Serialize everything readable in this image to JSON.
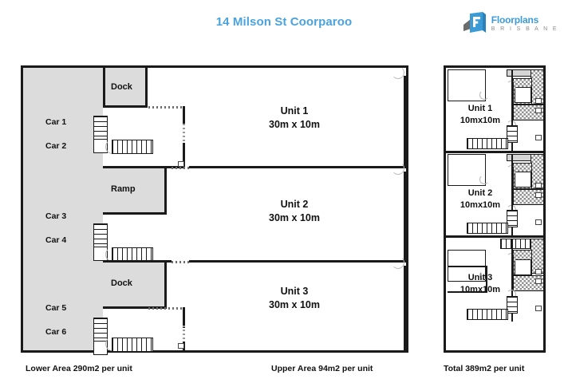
{
  "header": {
    "title": "14 Milson St Coorparoo",
    "logo": {
      "name_primary": "Floorplans",
      "name_secondary": "B R I S B A N E",
      "icon": "floorplan-f-logo-icon",
      "color_primary": "#3b9bd6",
      "color_secondary": "#8c8c8c"
    },
    "title_color": "#4ba3dd"
  },
  "lower_plan": {
    "name": "lower-floor-plan",
    "carparks": [
      {
        "label": "Car 1"
      },
      {
        "label": "Car 2"
      },
      {
        "label": "Car 3"
      },
      {
        "label": "Car 4"
      },
      {
        "label": "Car 5"
      },
      {
        "label": "Car 6"
      }
    ],
    "service_areas": [
      {
        "label": "Dock"
      },
      {
        "label": "Ramp"
      },
      {
        "label": "Dock"
      }
    ],
    "units": [
      {
        "name": "Unit 1",
        "dimensions": "30m x 10m"
      },
      {
        "name": "Unit 2",
        "dimensions": "30m x 10m"
      },
      {
        "name": "Unit 3",
        "dimensions": "30m x 10m"
      }
    ],
    "fill_color": "#dcdcdc",
    "wall_color": "#1a1a1a"
  },
  "upper_plan": {
    "name": "upper-floor-plan",
    "units": [
      {
        "name": "Unit 1",
        "dimensions": "10mx10m"
      },
      {
        "name": "Unit 2",
        "dimensions": "10mx10m"
      },
      {
        "name": "Unit 3",
        "dimensions": "10mx10m"
      }
    ]
  },
  "footer": {
    "lower_area": "Lower Area 290m2 per unit",
    "upper_area": "Upper Area 94m2 per unit",
    "total_area": "Total 389m2 per unit"
  }
}
